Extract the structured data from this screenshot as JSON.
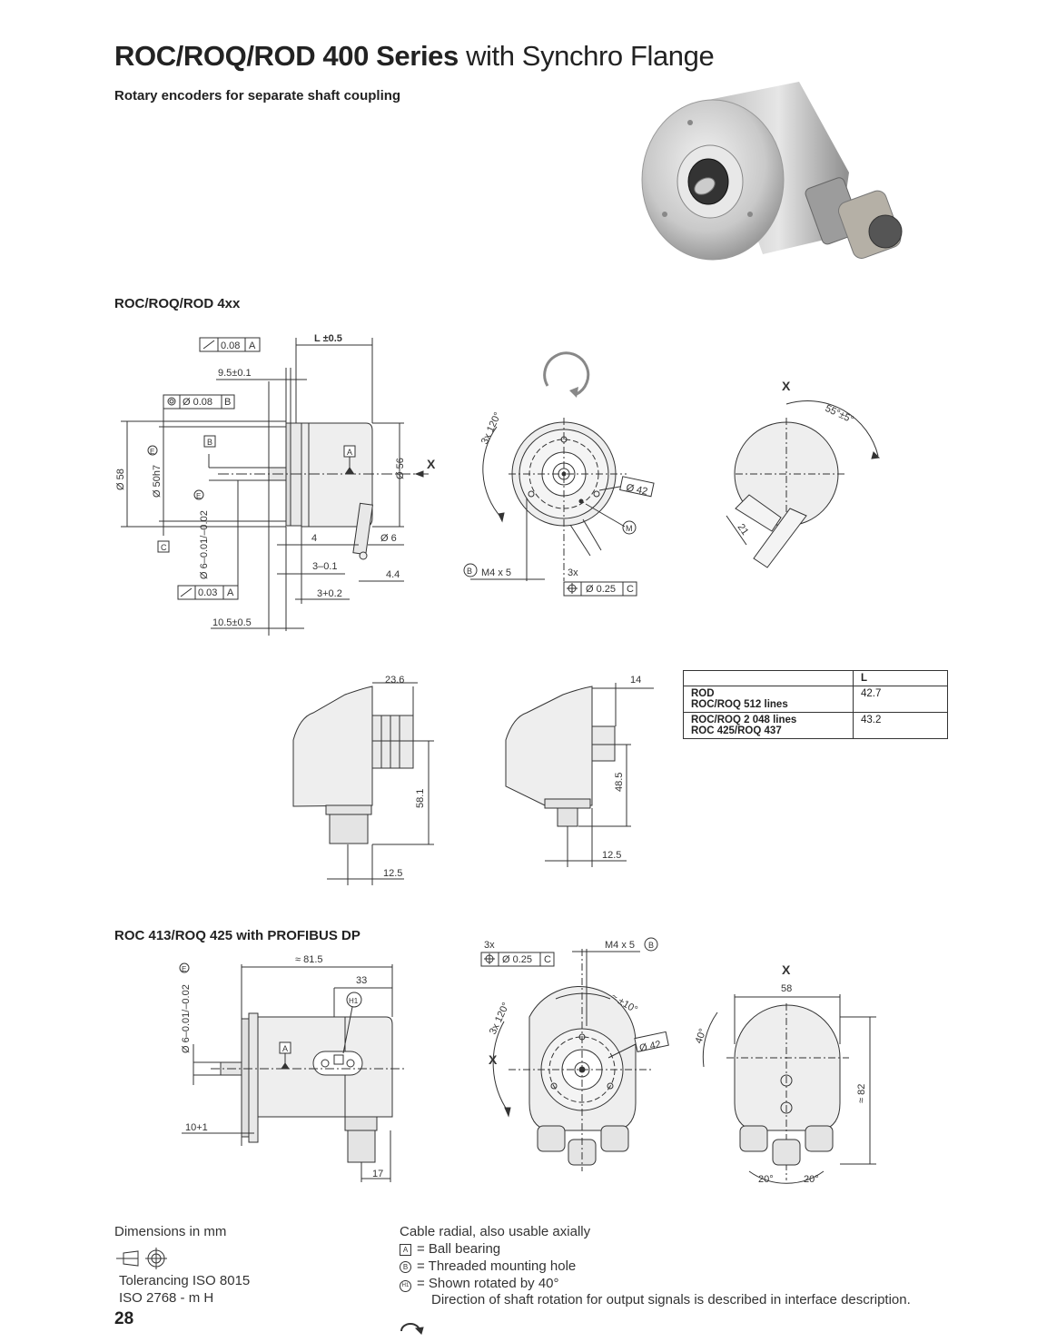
{
  "header": {
    "title_bold": "ROC/ROQ/ROD 400 Series",
    "title_light": "with Synchro Flange",
    "subtitle": "Rotary encoders for separate shaft coupling"
  },
  "sections": {
    "roc_4xx": "ROC/ROQ/ROD 4xx",
    "profibus": "ROC 413/ROQ 425 with PROFIBUS DP"
  },
  "drawing1": {
    "runout_a": "0.08",
    "datum_a": "A",
    "len": "L ±0.5",
    "d_95": "9.5±0.1",
    "conc": "Ø 0.08",
    "datum_b": "B",
    "datum_c": "C",
    "d58": "Ø 58",
    "d50": "Ø 50h7",
    "shaft": "Ø 6–0.01/–0.02",
    "e_mark": "E",
    "d56": "Ø 56",
    "x": "X",
    "four": "4",
    "d6": "Ø 6",
    "d3m": "3–0.1",
    "d44": "4.4",
    "runout2": "0.03",
    "d3p": "3+0.2",
    "d105": "10.5±0.5"
  },
  "front1": {
    "ang": "3x 120°",
    "d42": "Ø 42",
    "m": "M",
    "b": "B",
    "m4": "M4 x 5",
    "three": "3x",
    "pos": "Ø 0.25",
    "c": "C"
  },
  "side1": {
    "x": "X",
    "ang": "55°±5°",
    "d21": "21"
  },
  "conn": {
    "d236": "23.6",
    "d581": "58.1",
    "d125a": "12.5",
    "d14": "14",
    "d485": "48.5",
    "d125b": "12.5"
  },
  "ltable": {
    "header": "L",
    "rows": [
      {
        "l1": "ROD",
        "l2": "ROC/ROQ 512 lines",
        "v": "42.7"
      },
      {
        "l1": "ROC/ROQ 2 048 lines",
        "l2": "ROC 425/ROQ 437",
        "v": "43.2"
      }
    ]
  },
  "drawing2": {
    "shaft": "Ø 6–0.01/–0.02",
    "e_mark": "E",
    "d815": "≈ 81.5",
    "d33": "33",
    "h1": "H1",
    "a": "A",
    "d101": "10+1",
    "d17": "17"
  },
  "front2": {
    "three": "3x",
    "pos": "Ø 0.25",
    "c": "C",
    "m4": "M4 x 5",
    "b": "B",
    "ang": "3x 120°",
    "tol": "≈ ±10°",
    "d42": "Ø 42",
    "x": "X"
  },
  "side2": {
    "x": "X",
    "d58": "58",
    "d40": "40°",
    "d82": "≈ 82",
    "a20a": "20°",
    "a20b": "20°"
  },
  "footer": {
    "dims": "Dimensions in mm",
    "tol1": "Tolerancing ISO 8015",
    "tol2": "ISO 2768 - m H",
    "page": "28",
    "legend": [
      "Cable radial, also usable axially",
      "= Ball bearing",
      "= Threaded mounting hole",
      "= Shown rotated by 40°",
      "Direction of shaft rotation for output signals is described in interface description."
    ],
    "sym_a": "A",
    "sym_b": "B",
    "sym_h": "H1"
  }
}
